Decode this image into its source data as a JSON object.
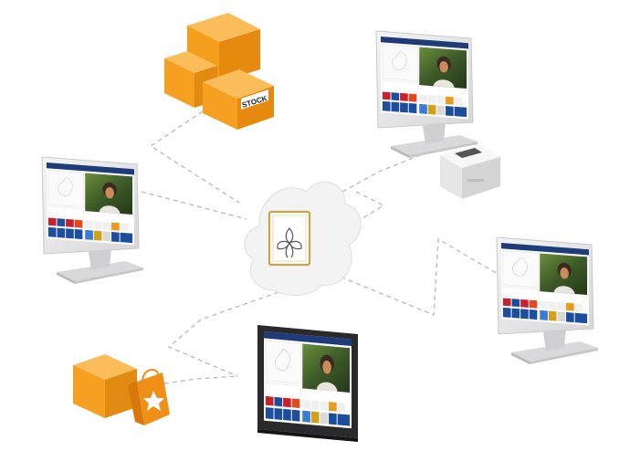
{
  "diagram": {
    "stock_label": "STOCK",
    "hub": {
      "icon": "flower-logo-icon"
    },
    "nodes": [
      {
        "id": "stock-boxes",
        "icon": "stock-boxes-icon"
      },
      {
        "id": "pos-terminal-top",
        "icon": "pos-monitor-icon"
      },
      {
        "id": "receipt-printer",
        "icon": "receipt-printer-icon"
      },
      {
        "id": "pos-terminal-left",
        "icon": "pos-monitor-icon"
      },
      {
        "id": "pos-terminal-right",
        "icon": "pos-monitor-icon"
      },
      {
        "id": "tablet",
        "icon": "tablet-icon"
      },
      {
        "id": "shop-box-bag",
        "icon": "shopping-bag-icon"
      }
    ]
  },
  "colors": {
    "orange": "#f5a021",
    "orange_dark": "#e08a12",
    "cloud": "#f3f3f3",
    "monitor": "#e9e9ea",
    "dash": "#bdbdbd",
    "gold": "#c9a44c"
  }
}
